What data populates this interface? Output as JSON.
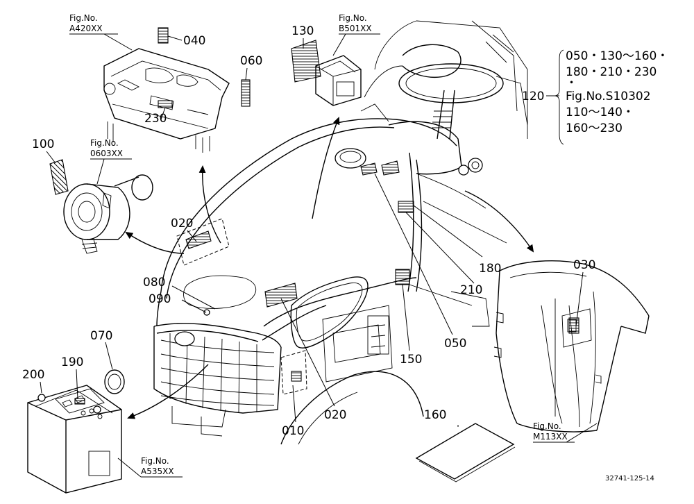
{
  "figure_refs": {
    "a420": {
      "label": "Fig.No.",
      "code": "A420XX"
    },
    "b501": {
      "label": "Fig.No.",
      "code": "B501XX"
    },
    "f0603": {
      "label": "Fig.No.",
      "code": "0603XX"
    },
    "m113": {
      "label": "Fig.No.",
      "code": "M113XX"
    },
    "a535": {
      "label": "Fig.No.",
      "code": "A535XX"
    }
  },
  "parts": {
    "p040": "040",
    "p060": "060",
    "p130": "130",
    "p230": "230",
    "p100": "100",
    "p020a": "020",
    "p080": "080",
    "p090": "090",
    "p070": "070",
    "p190": "190",
    "p200": "200",
    "p010": "010",
    "p020b": "020",
    "p150": "150",
    "p050": "050",
    "p210": "210",
    "p180": "180",
    "p030": "030",
    "p160": "160",
    "p120": "120"
  },
  "note120": {
    "line1": "050・130～160・",
    "line2": "180・210・230",
    "line3": "・",
    "line4": "Fig.No.S10302",
    "line5": "110～140・",
    "line6": "160～230"
  },
  "drawing_code": "32741-125-14"
}
